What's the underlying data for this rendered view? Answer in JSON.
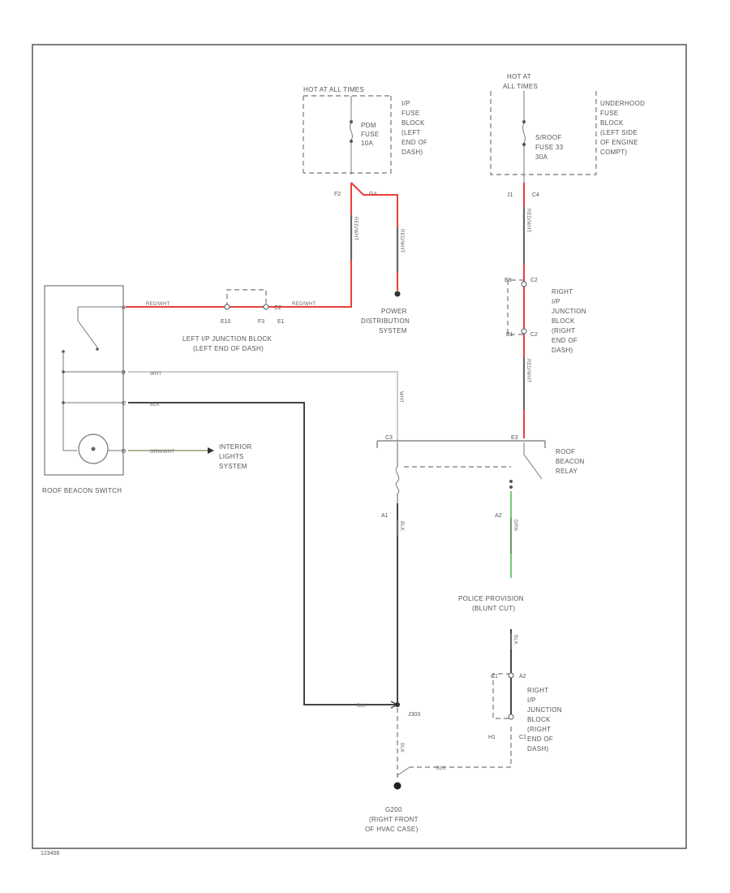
{
  "colors": {
    "hot_wire": "#e8403a",
    "signal_wire": "#4ab84a",
    "ground_wire": "#444444",
    "frame": "#555555"
  },
  "top_fuse": {
    "header": "HOT AT ALL TIMES",
    "block_lines": [
      "I/P",
      "FUSE",
      "BLOCK",
      "(LEFT",
      "END OF",
      "DASH)"
    ],
    "fuse_lines": [
      "PDM",
      "FUSE",
      "10A"
    ],
    "pin_left": "F2",
    "pin_right": "G4"
  },
  "underhood": {
    "header_lines": [
      "HOT AT",
      "ALL TIMES"
    ],
    "block_lines": [
      "UNDERHOOD",
      "FUSE",
      "BLOCK",
      "(LEFT SIDE",
      "OF ENGINE",
      "COMPT)"
    ],
    "fuse_lines": [
      "S/ROOF",
      "FUSE 33",
      "30A"
    ],
    "pin_left": "J1",
    "pin_right": "C4"
  },
  "power_distribution": [
    "POWER",
    "DISTRIBUTION",
    "SYSTEM"
  ],
  "left_junction": {
    "title_lines": [
      "LEFT I/P JUNCTION BLOCK",
      "(LEFT END OF DASH)"
    ],
    "pins": [
      "E10",
      "F3",
      "C2",
      "E1"
    ]
  },
  "right_junction_upper": {
    "label_lines": [
      "RIGHT",
      "I/P",
      "JUNCTION",
      "BLOCK",
      "(RIGHT",
      "END OF",
      "DASH)"
    ],
    "pins": [
      "B8",
      "C2",
      "B1",
      "C2"
    ]
  },
  "right_junction_lower": {
    "label_lines": [
      "RIGHT",
      "I/P",
      "JUNCTION",
      "BLOCK",
      "(RIGHT",
      "END OF",
      "DASH)"
    ],
    "pins": [
      "C1",
      "A2",
      "H1",
      "C1"
    ]
  },
  "switch": {
    "title": "ROOF BEACON SWITCH",
    "pins": [
      "A",
      "B",
      "C",
      "D"
    ],
    "wire_labels": [
      "RED/WHT",
      "WHT",
      "BLK",
      "GRN/WHT"
    ]
  },
  "interior_lights": [
    "INTERIOR",
    "LIGHTS",
    "SYSTEM"
  ],
  "wire_labels": {
    "red_left": "RED/WHT",
    "red_mid": "RED/WHT",
    "red_vertical": "RED/WHT",
    "red_power": "RED/WHT",
    "red_underhood": "RED/WHT",
    "red_lower": "RED/WHT",
    "wht_vertical": "WHT",
    "blk_relay": "BLK",
    "green_relay": "GRN",
    "blk_pp": "BLK",
    "blk_splice": "BLK",
    "blk_ground_v": "BLK",
    "blk_ground_h": "BLK"
  },
  "relay": {
    "title_lines": [
      "ROOF",
      "BEACON",
      "RELAY"
    ],
    "pins": [
      "C3",
      "E3",
      "A1",
      "A2"
    ]
  },
  "police": {
    "title_lines": [
      "POLICE PROVISION",
      "(BLUNT CUT)"
    ]
  },
  "splice": "J303",
  "ground": {
    "lines": [
      "G200",
      "(RIGHT FRONT",
      "OF HVAC CASE)"
    ]
  },
  "figure_id": "123456"
}
